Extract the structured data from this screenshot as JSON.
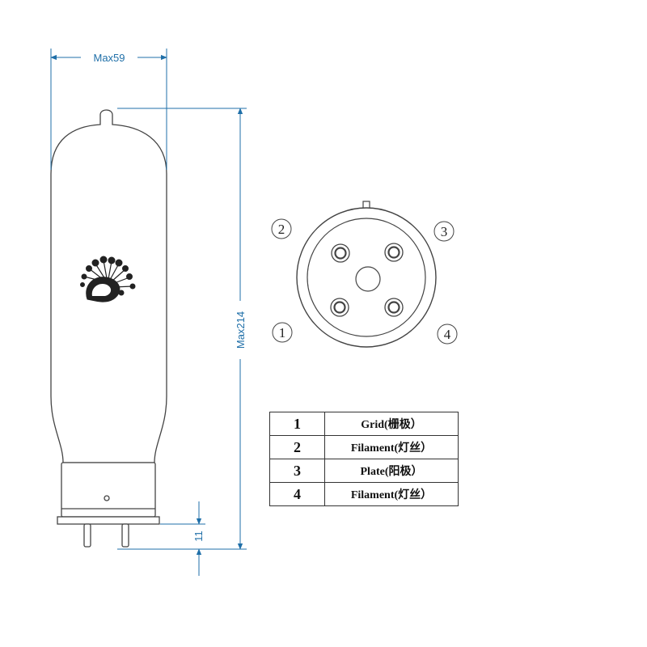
{
  "dimensions": {
    "width_label": "Max59",
    "height_label": "Max214",
    "pin_length_label": "11"
  },
  "pin_numbers": [
    "1",
    "2",
    "3",
    "4"
  ],
  "pin_table": {
    "rows": [
      {
        "pin": "1",
        "function": "Grid(栅极）"
      },
      {
        "pin": "2",
        "function": "Filament(灯丝）"
      },
      {
        "pin": "3",
        "function": "Plate(阳极）"
      },
      {
        "pin": "4",
        "function": "Filament(灯丝）"
      }
    ]
  },
  "colors": {
    "dimension_lines": "#1f6fa8",
    "outline": "#444444"
  },
  "icons": {
    "logo": "peacock-logo-icon"
  }
}
